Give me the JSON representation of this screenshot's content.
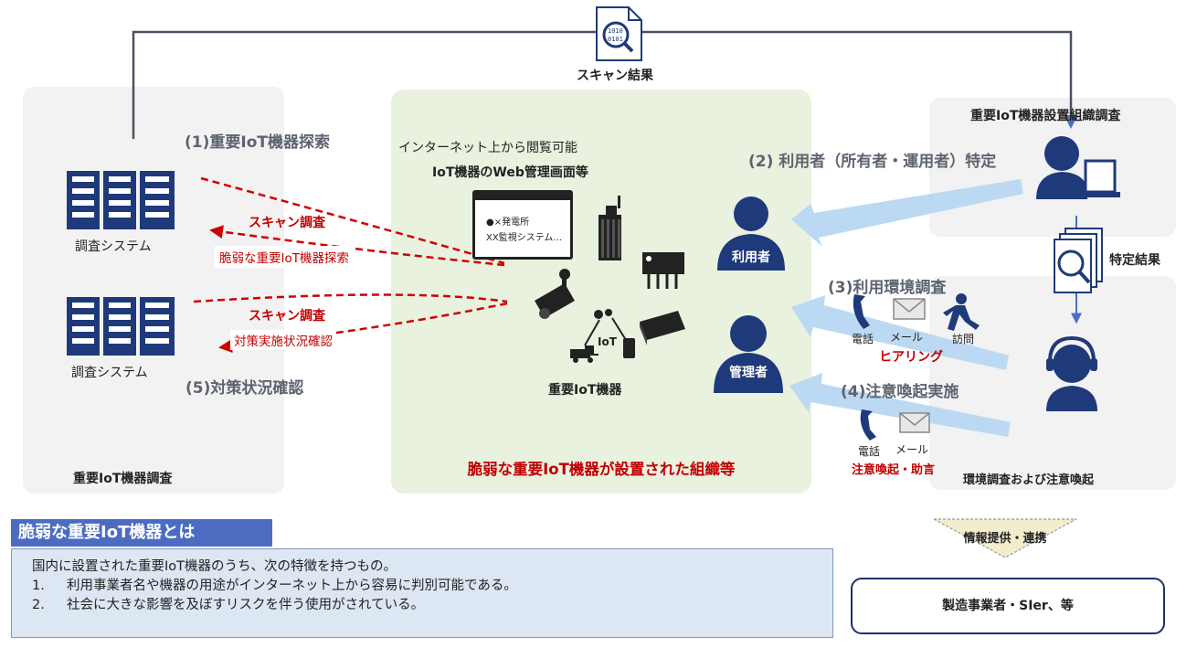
{
  "scan_results_label": "スキャン結果",
  "left_panel": {
    "title": "重要IoT機器調査",
    "step1": "(1)重要IoT機器探索",
    "step5": "(5)対策状況確認",
    "system_label": "調査システム",
    "scan_label": "スキャン調査",
    "vuln_search_label": "脆弱な重要IoT機器探索",
    "countermeasure_label": "対策実施状況確認"
  },
  "center_panel": {
    "internet_label": "インターネット上から閲覧可能",
    "web_ui_label": "IoT機器のWeb管理画面等",
    "screen_line1": "●×発電所",
    "screen_line2": "XX監視システム…",
    "iot_label": "IoT",
    "devices_label": "重要IoT機器",
    "title": "脆弱な重要IoT機器が設置された組織等",
    "user_label": "利用者",
    "admin_label": "管理者"
  },
  "right_top_panel": {
    "title": "重要IoT機器設置組織調査",
    "step2": "(2) 利用者（所有者・運用者）特定",
    "result_label": "特定結果"
  },
  "right_bottom_panel": {
    "title": "環境調査および注意喚起",
    "step3": "(3)利用環境調査",
    "phone": "電話",
    "mail": "メール",
    "visit": "訪問",
    "hearing": "ヒアリング",
    "step4": "(4)注意喚起実施",
    "phone2": "電話",
    "mail2": "メール",
    "advice": "注意喚起・助言"
  },
  "definition": {
    "title": "脆弱な重要IoT機器とは",
    "intro": "国内に設置された重要IoT機器のうち、次の特徴を持つもの。",
    "item1_no": "1.",
    "item1": "利用事業者名や機器の用途がインターネット上から容易に判別可能である。",
    "item2_no": "2.",
    "item2": "社会に大きな影響を及ぼすリスクを伴う使用がされている。"
  },
  "info_share_label": "情報提供・連携",
  "manufacturer_label": "製造事業者・SIer、等",
  "colors": {
    "navy_icon": "#1f3a7a",
    "scan_red": "#d00000",
    "arrow_blue": "#bcd9f3",
    "panel_gray": "#f2f2f2",
    "panel_green": "#e9f1df"
  }
}
